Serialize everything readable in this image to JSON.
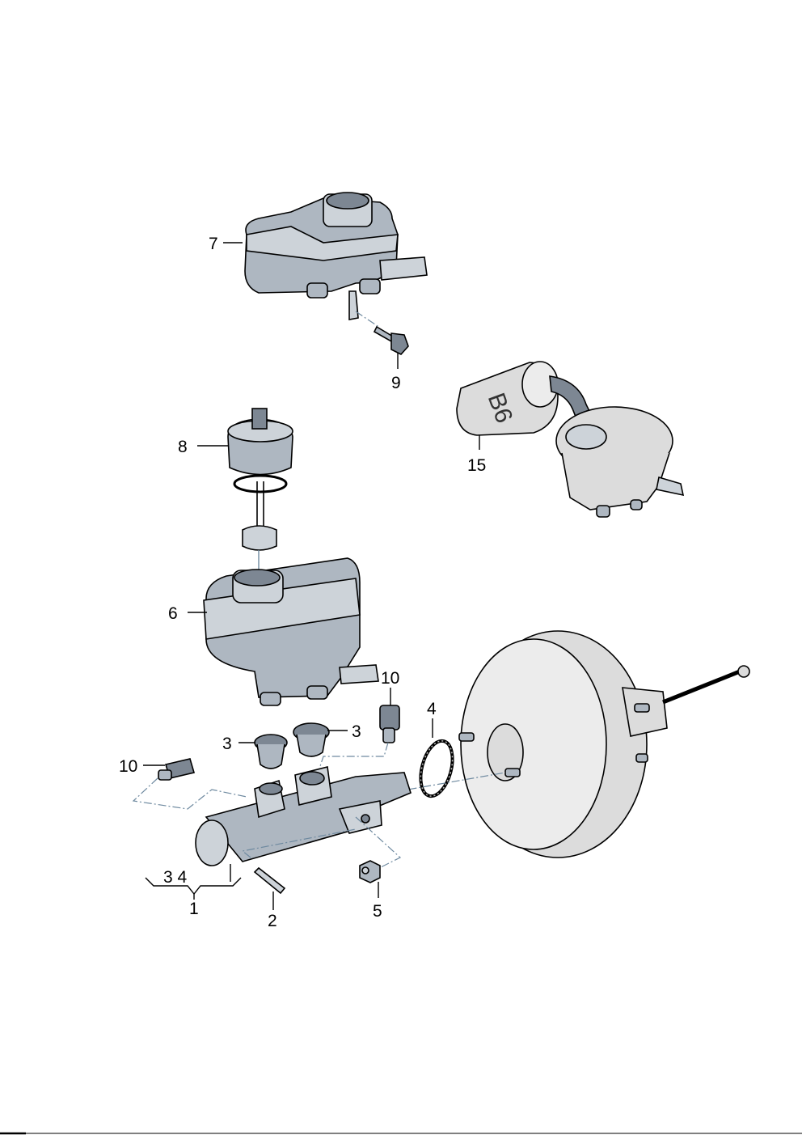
{
  "diagram": {
    "callouts": {
      "c7": "7",
      "c9": "9",
      "c8": "8",
      "c15": "15",
      "c6": "6",
      "c10a": "10",
      "c4": "4",
      "c3a": "3",
      "c3b": "3",
      "c10b": "10",
      "c34": "3 4",
      "c1": "1",
      "c2": "2",
      "c5": "5"
    },
    "stamp_text": "B6",
    "colors": {
      "part": "#aeb7c1",
      "booster": "#dcdcdc",
      "leader": "#6f8aa0"
    }
  }
}
